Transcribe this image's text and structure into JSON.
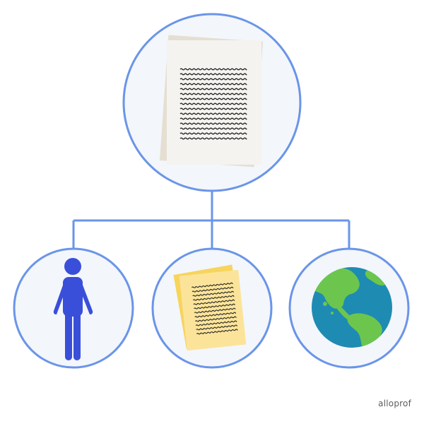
{
  "brand": {
    "text": "alloprof"
  },
  "colors": {
    "circle_stroke": "#6a95e8",
    "circle_fill": "#f3f6fb",
    "connector": "#6a95e8",
    "paper_white": "#f4f3ef",
    "paper_shadow": "#e5dfd2",
    "paper_yellow": "#fbe49a",
    "paper_yellow_back": "#f7d45c",
    "person": "#3a4fd9",
    "ocean": "#1e8bb3",
    "land": "#6cc64e",
    "squiggle": "#222222"
  },
  "nodes": [
    {
      "id": "root",
      "icon": "document-stack-icon"
    },
    {
      "id": "child-person",
      "icon": "person-icon"
    },
    {
      "id": "child-notes",
      "icon": "yellow-notes-icon"
    },
    {
      "id": "child-earth",
      "icon": "globe-icon"
    }
  ]
}
